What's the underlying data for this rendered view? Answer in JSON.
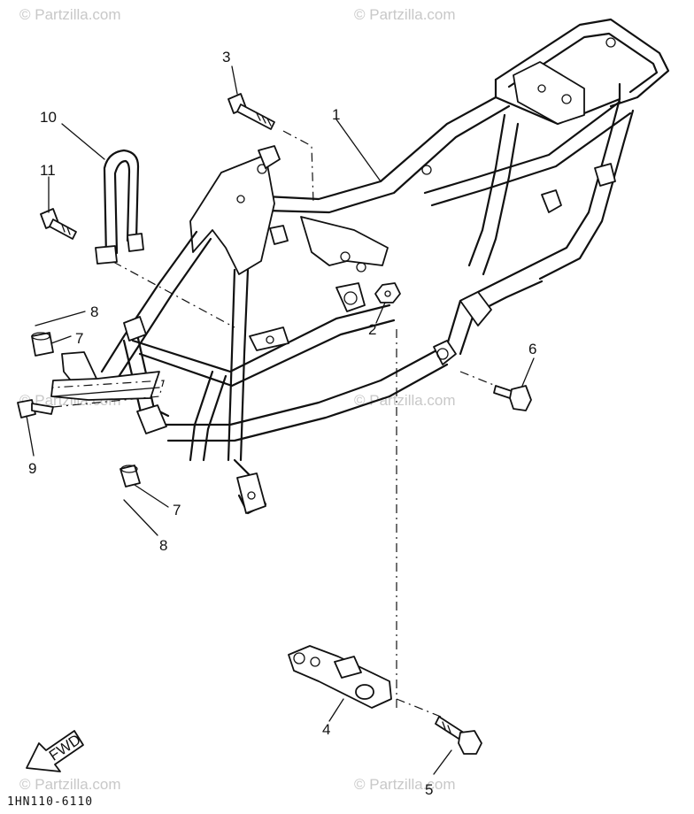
{
  "watermarks": [
    "© Partzilla.com",
    "© Partzilla.com",
    "© Partzilla.com",
    "© Partzilla.com",
    "© Partzilla.com",
    "© Partzilla.com"
  ],
  "callouts": [
    "1",
    "2",
    "3",
    "4",
    "5",
    "6",
    "7",
    "7",
    "8",
    "8",
    "9",
    "10",
    "11"
  ],
  "fwd_label": "FWD",
  "diagram_code": "1HN110-6110"
}
